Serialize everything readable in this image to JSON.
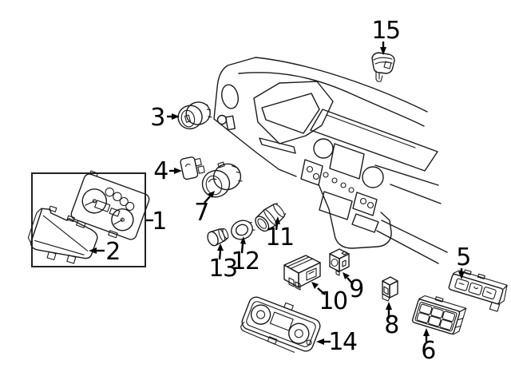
{
  "diagram": {
    "kind": "exploded-parts-line-diagram",
    "subject": "vehicle-instrument-panel-and-dash-controls",
    "background_color": "#ffffff",
    "line_color": "#1a1a1a",
    "label_color": "#000000",
    "callouts": [
      {
        "label": "1",
        "part": "instrument-cluster"
      },
      {
        "label": "2",
        "part": "cluster-lens"
      },
      {
        "label": "3",
        "part": "round-knob-switch"
      },
      {
        "label": "4",
        "part": "small-push-switch"
      },
      {
        "label": "5",
        "part": "switch-strip"
      },
      {
        "label": "6",
        "part": "multi-switch-panel"
      },
      {
        "label": "7",
        "part": "headlamp-rotary-knob"
      },
      {
        "label": "8",
        "part": "small-relay-switch"
      },
      {
        "label": "9",
        "part": "cube-switch"
      },
      {
        "label": "10",
        "part": "switch-module"
      },
      {
        "label": "11",
        "part": "socket-cylinder"
      },
      {
        "label": "12",
        "part": "bezel-ring"
      },
      {
        "label": "13",
        "part": "plug-cap"
      },
      {
        "label": "14",
        "part": "climate-control-unit"
      },
      {
        "label": "15",
        "part": "sensor-clip"
      }
    ]
  }
}
